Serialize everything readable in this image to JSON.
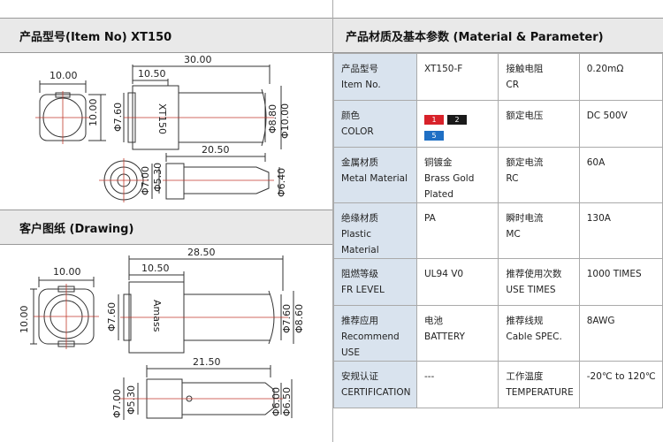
{
  "left": {
    "heading1": "产品型号(Item No)  XT150",
    "heading2": "客户图纸 (Drawing)",
    "top_drawing": {
      "d_30": "30.00",
      "d_10_50": "10.50",
      "d_10_left": "10.00",
      "d_10_vert": "10.00",
      "d_phi760": "Φ7.60",
      "d_phi880": "Φ8.80",
      "d_phi1000": "Φ10.00",
      "d_20_50": "20.50",
      "d_phi700": "Φ7.00",
      "d_phi530": "Φ5.30",
      "d_phi640": "Φ6.40",
      "model_mark": "XT150"
    },
    "bottom_drawing": {
      "d_28_50": "28.50",
      "d_10_50": "10.50",
      "d_10_left": "10.00",
      "d_10_vert": "10.00",
      "d_phi760a": "Φ7.60",
      "d_phi760b": "Φ7.60",
      "d_phi860": "Φ8.60",
      "d_21_50": "21.50",
      "d_phi700": "Φ7.00",
      "d_phi530": "Φ5.30",
      "d_phi600": "Φ6.00",
      "d_phi650": "Φ6.50",
      "brand_mark": "Amass"
    }
  },
  "right": {
    "heading": "产品材质及基本参数 (Material & Parameter)",
    "rows": [
      {
        "l1_cn": "产品型号",
        "l1_en": "Item No.",
        "v1": "XT150-F",
        "l2_cn": "接触电阻",
        "l2_en": "CR",
        "v2": "0.20mΩ"
      },
      {
        "l1_cn": "颜色",
        "l1_en": "COLOR",
        "v1": "",
        "l2_cn": "额定电压",
        "l2_en": "",
        "v2": "DC 500V"
      },
      {
        "l1_cn": "金属材质",
        "l1_en": "Metal Material",
        "v1": "铜镀金",
        "v1b": "Brass Gold Plated",
        "l2_cn": "额定电流",
        "l2_en": "RC",
        "v2": "60A"
      },
      {
        "l1_cn": "绝缘材质",
        "l1_en": "Plastic Material",
        "v1": "PA",
        "l2_cn": "瞬时电流",
        "l2_en": "MC",
        "v2": "130A"
      },
      {
        "l1_cn": "阻燃等级",
        "l1_en": "FR LEVEL",
        "v1": "UL94 V0",
        "l2_cn": "推荐使用次数",
        "l2_en": "USE TIMES",
        "v2": "1000 TIMES"
      },
      {
        "l1_cn": "推荐应用",
        "l1_en": "Recommend USE",
        "v1": "电池",
        "v1b": "BATTERY",
        "l2_cn": "推荐线规",
        "l2_en": "Cable SPEC.",
        "v2": "8AWG"
      },
      {
        "l1_cn": "安规认证",
        "l1_en": "CERTIFICATION",
        "v1": "---",
        "l2_cn": "工作温度",
        "l2_en": "TEMPERATURE",
        "v2": "-20℃ to 120℃"
      }
    ],
    "colors": [
      {
        "label": "1",
        "color": "#d8222a"
      },
      {
        "label": "2",
        "color": "#1a1a1a"
      },
      {
        "label": "5",
        "color": "#1f6fc4"
      }
    ]
  }
}
